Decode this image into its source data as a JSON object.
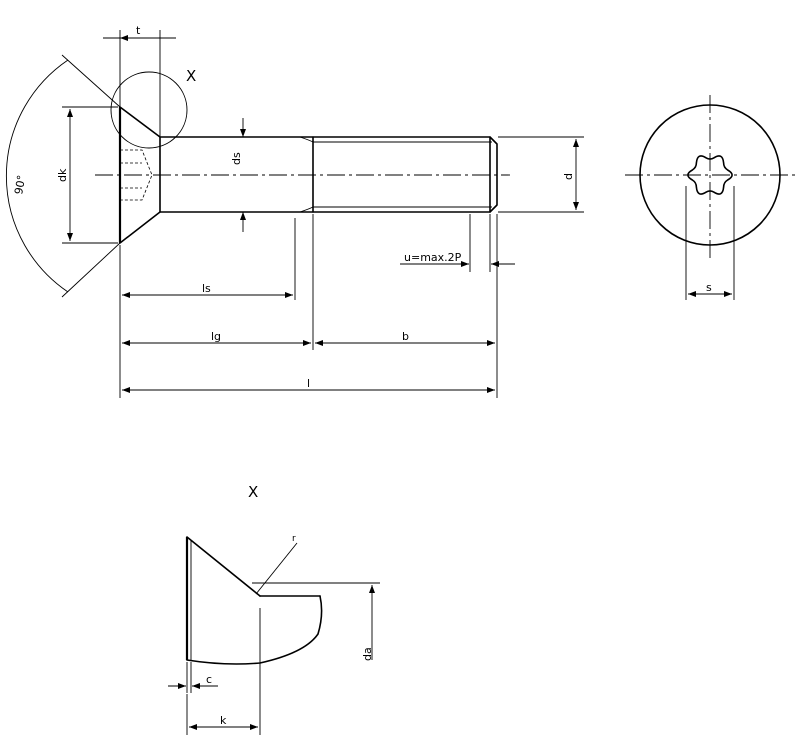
{
  "labels": {
    "t": "t",
    "x_marker": "X",
    "angle": "90°",
    "dk": "dk",
    "ds": "ds",
    "d": "d",
    "u": "u=max.2P",
    "ls": "ls",
    "lg": "lg",
    "b": "b",
    "l": "l",
    "s": "s",
    "detail_title": "X",
    "r": "r",
    "da": "da",
    "c": "c",
    "k": "k"
  }
}
